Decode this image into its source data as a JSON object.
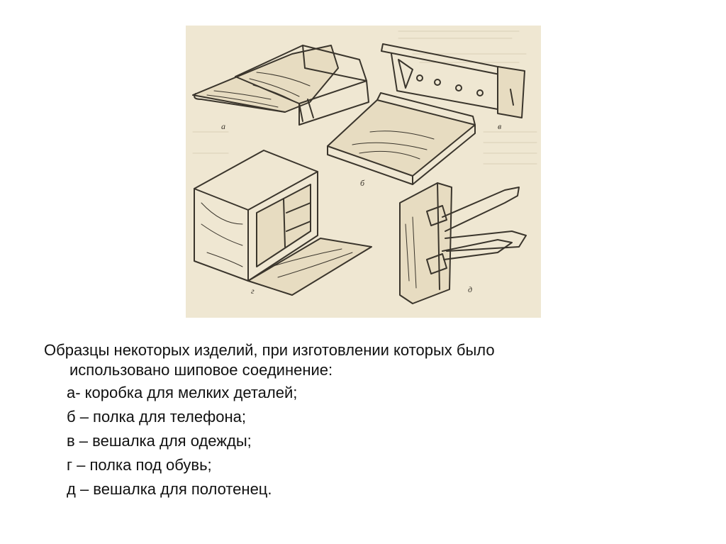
{
  "colors": {
    "background": "#ffffff",
    "figure_background": "#efe7d2",
    "ink": "#3a352c",
    "text": "#111111"
  },
  "figure": {
    "item_letters": [
      "а",
      "б",
      "в",
      "г",
      "д"
    ]
  },
  "caption": {
    "lead_line1": "Образцы некоторых изделий, при изготовлении которых было",
    "lead_line2": "использовано шиповое соединение:",
    "items": [
      "а- коробка для мелких деталей;",
      "б – полка для телефона;",
      "в – вешалка для одежды;",
      "г – полка под обувь;",
      "д – вешалка для полотенец."
    ]
  }
}
